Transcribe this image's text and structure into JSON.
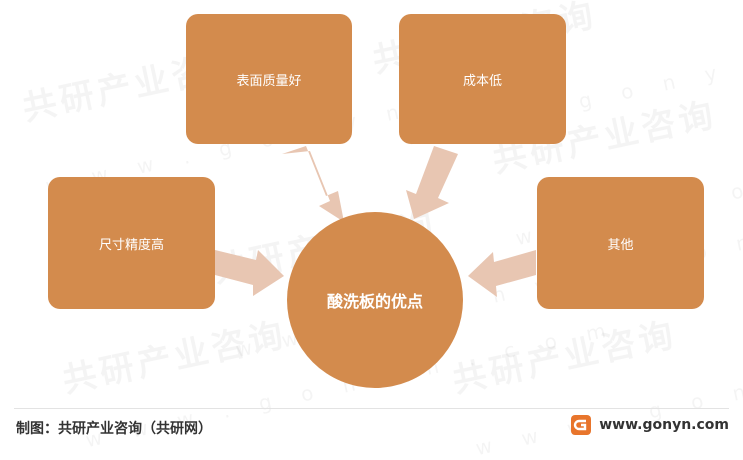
{
  "diagram": {
    "center": "酸洗板的优点",
    "nodes": [
      {
        "id": "surface-quality",
        "label": "表面质量好"
      },
      {
        "id": "low-cost",
        "label": "成本低"
      },
      {
        "id": "dimension-precision",
        "label": "尺寸精度高"
      },
      {
        "id": "other",
        "label": "其他"
      }
    ]
  },
  "colors": {
    "box": "#D38B4D",
    "arrow": "#E8C6B2"
  },
  "watermark": {
    "brand": "共研产业咨询",
    "url": "w w w . g o n y n . c o m"
  },
  "footer": {
    "source": "制图：共研产业咨询（共研网）",
    "url": "www.gonyn.com",
    "logo_icon": "gonyn-logo-icon"
  }
}
